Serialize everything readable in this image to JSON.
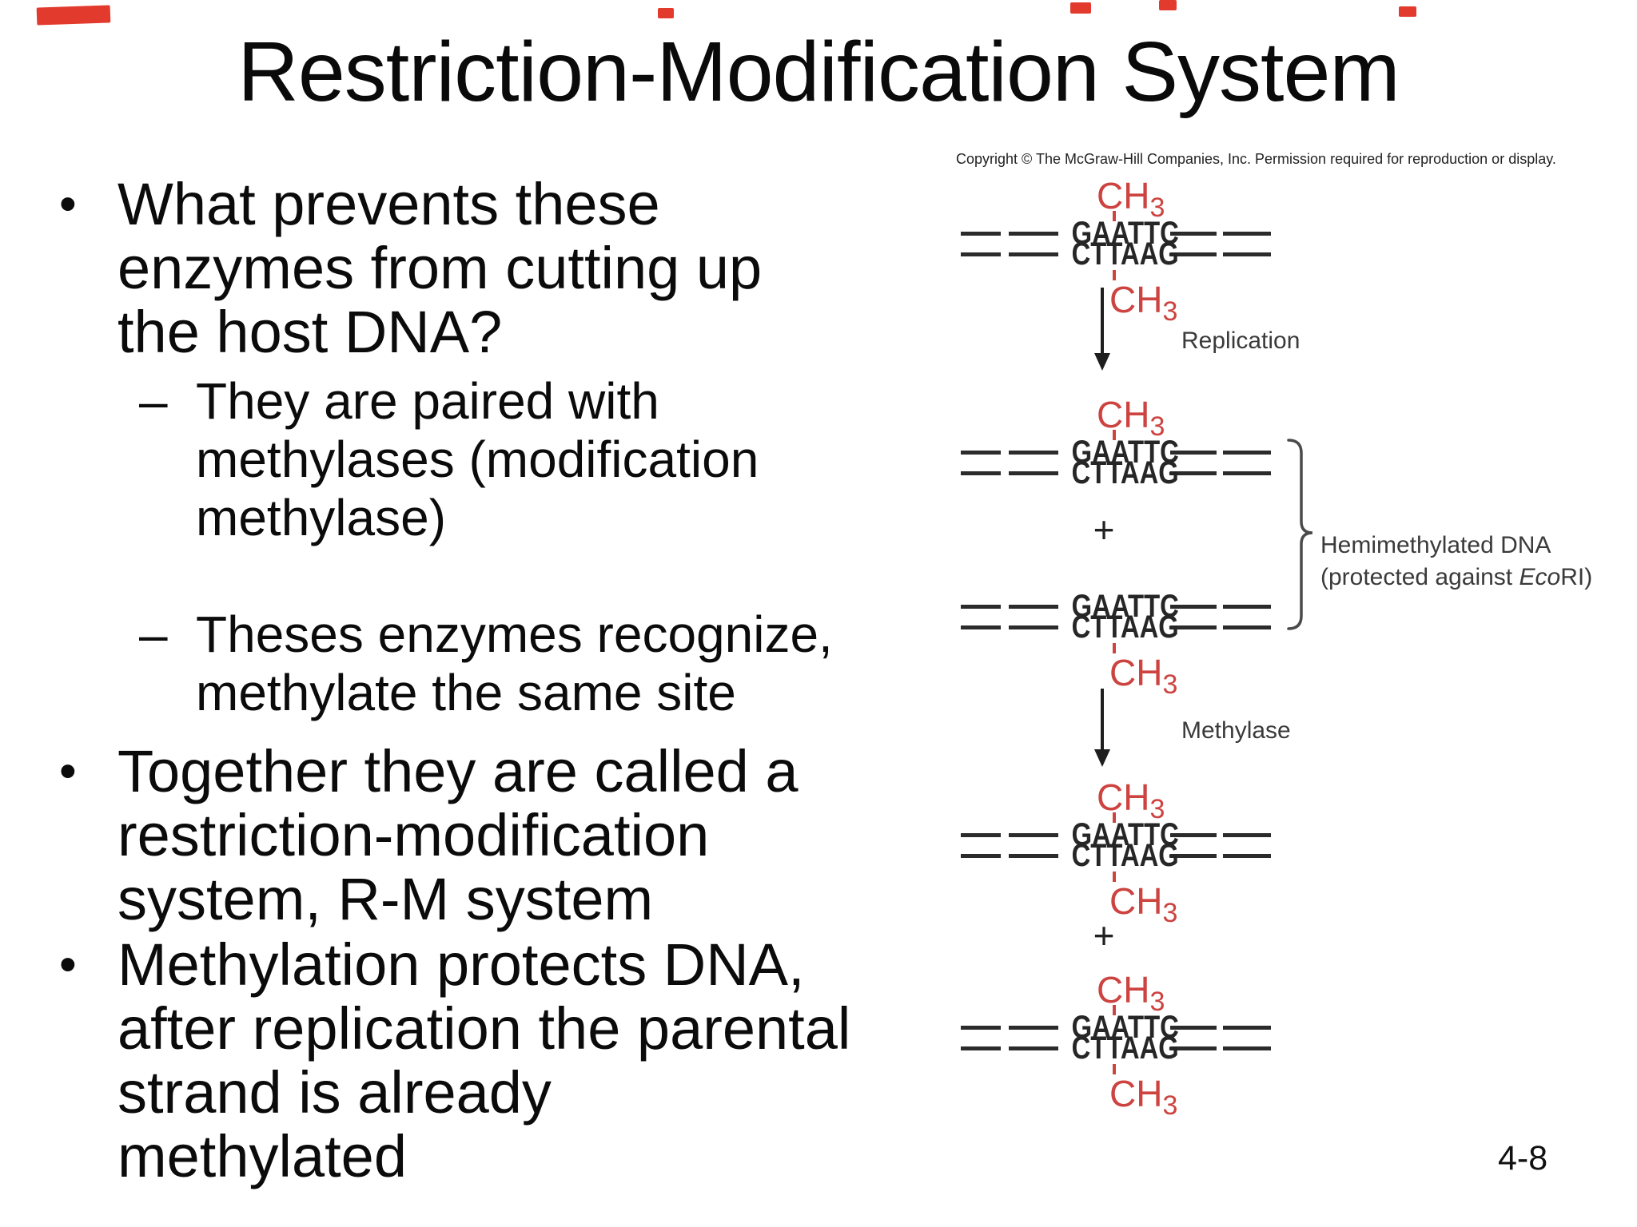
{
  "title": "Restriction-Modification System",
  "slide_number": "4-8",
  "bullets": [
    {
      "marker": "•",
      "text": "What prevents these\nenzymes from cutting up\nthe host DNA?"
    },
    {
      "marker": "–",
      "text": "They are paired with\nmethylases (modification\nmethylase)"
    },
    {
      "marker": "–",
      "text": "Theses enzymes recognize,\nmethylate the same site"
    },
    {
      "marker": "•",
      "text": "Together they are called a\nrestriction-modification\nsystem, R-M system"
    },
    {
      "marker": "•",
      "text": "Methylation protects DNA,\nafter replication the parental\nstrand is already\nmethylated"
    }
  ],
  "figure": {
    "copyright": "Copyright © The McGraw-Hill Companies, Inc. Permission required for reproduction or display.",
    "sequence_top": "GAATTC",
    "sequence_bottom": "CTTAAG",
    "methyl_base": "CH",
    "methyl_sub": "3",
    "labels": {
      "replication": "Replication",
      "methylase": "Methylase",
      "plus": "+",
      "hemimethylated_line1": "Hemimethylated DNA",
      "hemi_prefix": "(protected against ",
      "hemi_italic": "Eco",
      "hemi_suffix": "RI)"
    },
    "colors": {
      "methyl_red": "#cc4340",
      "strand_black": "#2b2b2b",
      "label_gray": "#3a3a3a",
      "artifact_red": "#e23b2e"
    }
  }
}
